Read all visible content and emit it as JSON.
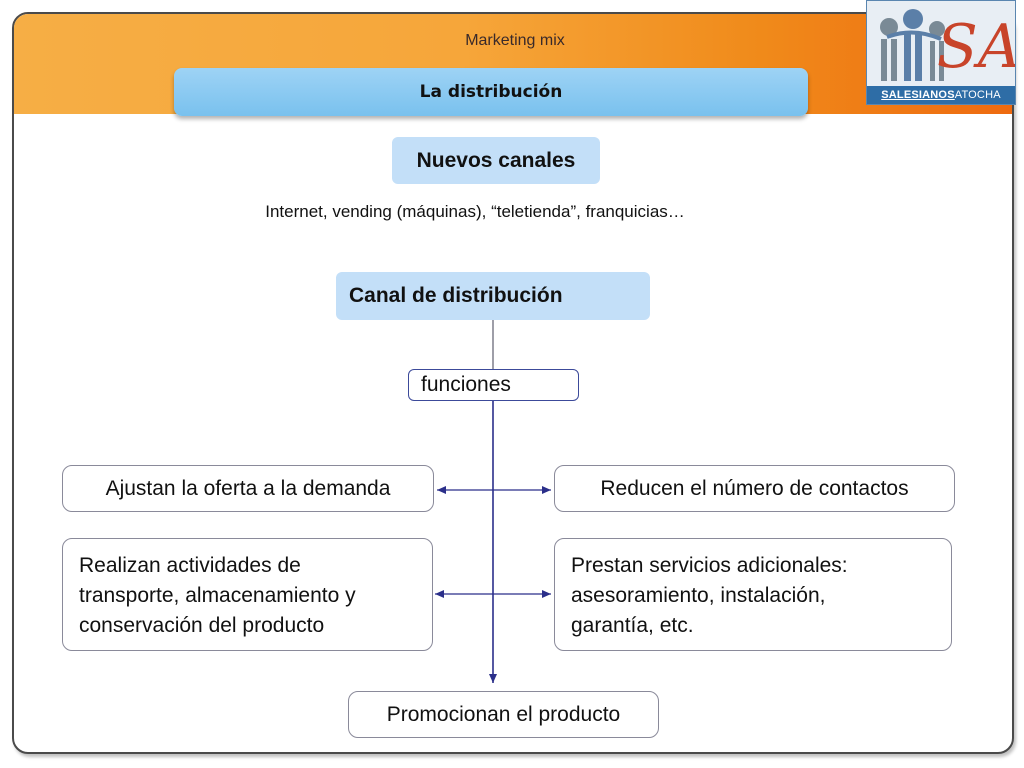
{
  "header": {
    "title": "Marketing mix",
    "banner": "La distribución"
  },
  "logo": {
    "text_left": "SALESIANOS",
    "text_right": "ATOCHA",
    "letter": "SA"
  },
  "nuevos_canales": {
    "title": "Nuevos canales",
    "items": "Internet, vending (máquinas), “teletienda”, franquicias…"
  },
  "canal": {
    "title": "Canal de distribución",
    "funciones": "funciones"
  },
  "functions": {
    "left1": "Ajustan la oferta a la demanda",
    "right1": "Reducen el número de contactos",
    "left2_l1": "Realizan actividades de",
    "left2_l2": "transporte, almacenamiento y",
    "left2_l3": "conservación del producto",
    "right2_l1": "Prestan servicios adicionales:",
    "right2_l2": "asesoramiento, instalación,",
    "right2_l3": "garantía, etc.",
    "bottom": "Promocionan el producto"
  },
  "colors": {
    "accent_orange": "#f08a1a",
    "banner_blue": "#79c1ee",
    "node_blue": "#c3dff8",
    "connector": "#2b2f8a"
  }
}
